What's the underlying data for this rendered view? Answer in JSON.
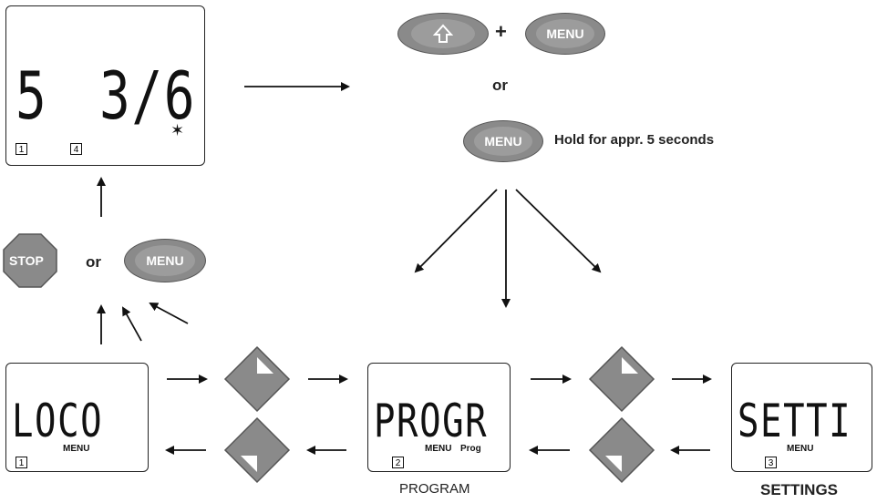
{
  "top_display": {
    "left_char": "5",
    "right_chars": "3/6",
    "key1": "1",
    "key2": "4",
    "star": "✶"
  },
  "loco_display": {
    "text": "LOCO",
    "menu_label": "MENU",
    "key": "1"
  },
  "prog_display": {
    "text": "PROGR",
    "menu_label": "MENU",
    "prog_label": "Prog",
    "key": "2"
  },
  "settings_display": {
    "text": "SETTI",
    "menu_label": "MENU",
    "key": "3"
  },
  "buttons": {
    "menu": "MENU",
    "stop": "STOP",
    "shift_icon": "up-arrow-icon"
  },
  "labels": {
    "plus": "+",
    "or_top": "or",
    "or_left": "or",
    "hold": "Hold for appr. 5 seconds",
    "program": "PROGRAM",
    "settings": "SETTINGS"
  },
  "colors": {
    "button_gray": "#8a8a8a",
    "button_inner": "#9c9c9c"
  }
}
